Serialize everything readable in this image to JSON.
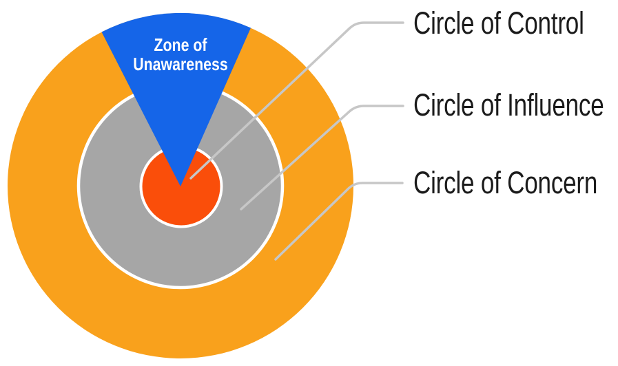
{
  "diagram": {
    "wedge_label": "Zone of\nUnawareness",
    "legend": [
      {
        "label": "Circle of Control",
        "target": "inner-circle"
      },
      {
        "label": "Circle of Influence",
        "target": "middle-circle"
      },
      {
        "label": "Circle of Concern",
        "target": "outer-circle"
      }
    ],
    "colors": {
      "concern_orange": "#F9A11C",
      "influence_gray": "#A6A6A6",
      "control_red": "#FA4E0A",
      "unawareness_blue": "#1565E8",
      "ring_white": "#FFFFFF",
      "leader_line": "#C7C7C7",
      "label_text": "#1B1B1B",
      "wedge_label_text": "#FFFFFF",
      "background": "#FFFFFF"
    }
  }
}
